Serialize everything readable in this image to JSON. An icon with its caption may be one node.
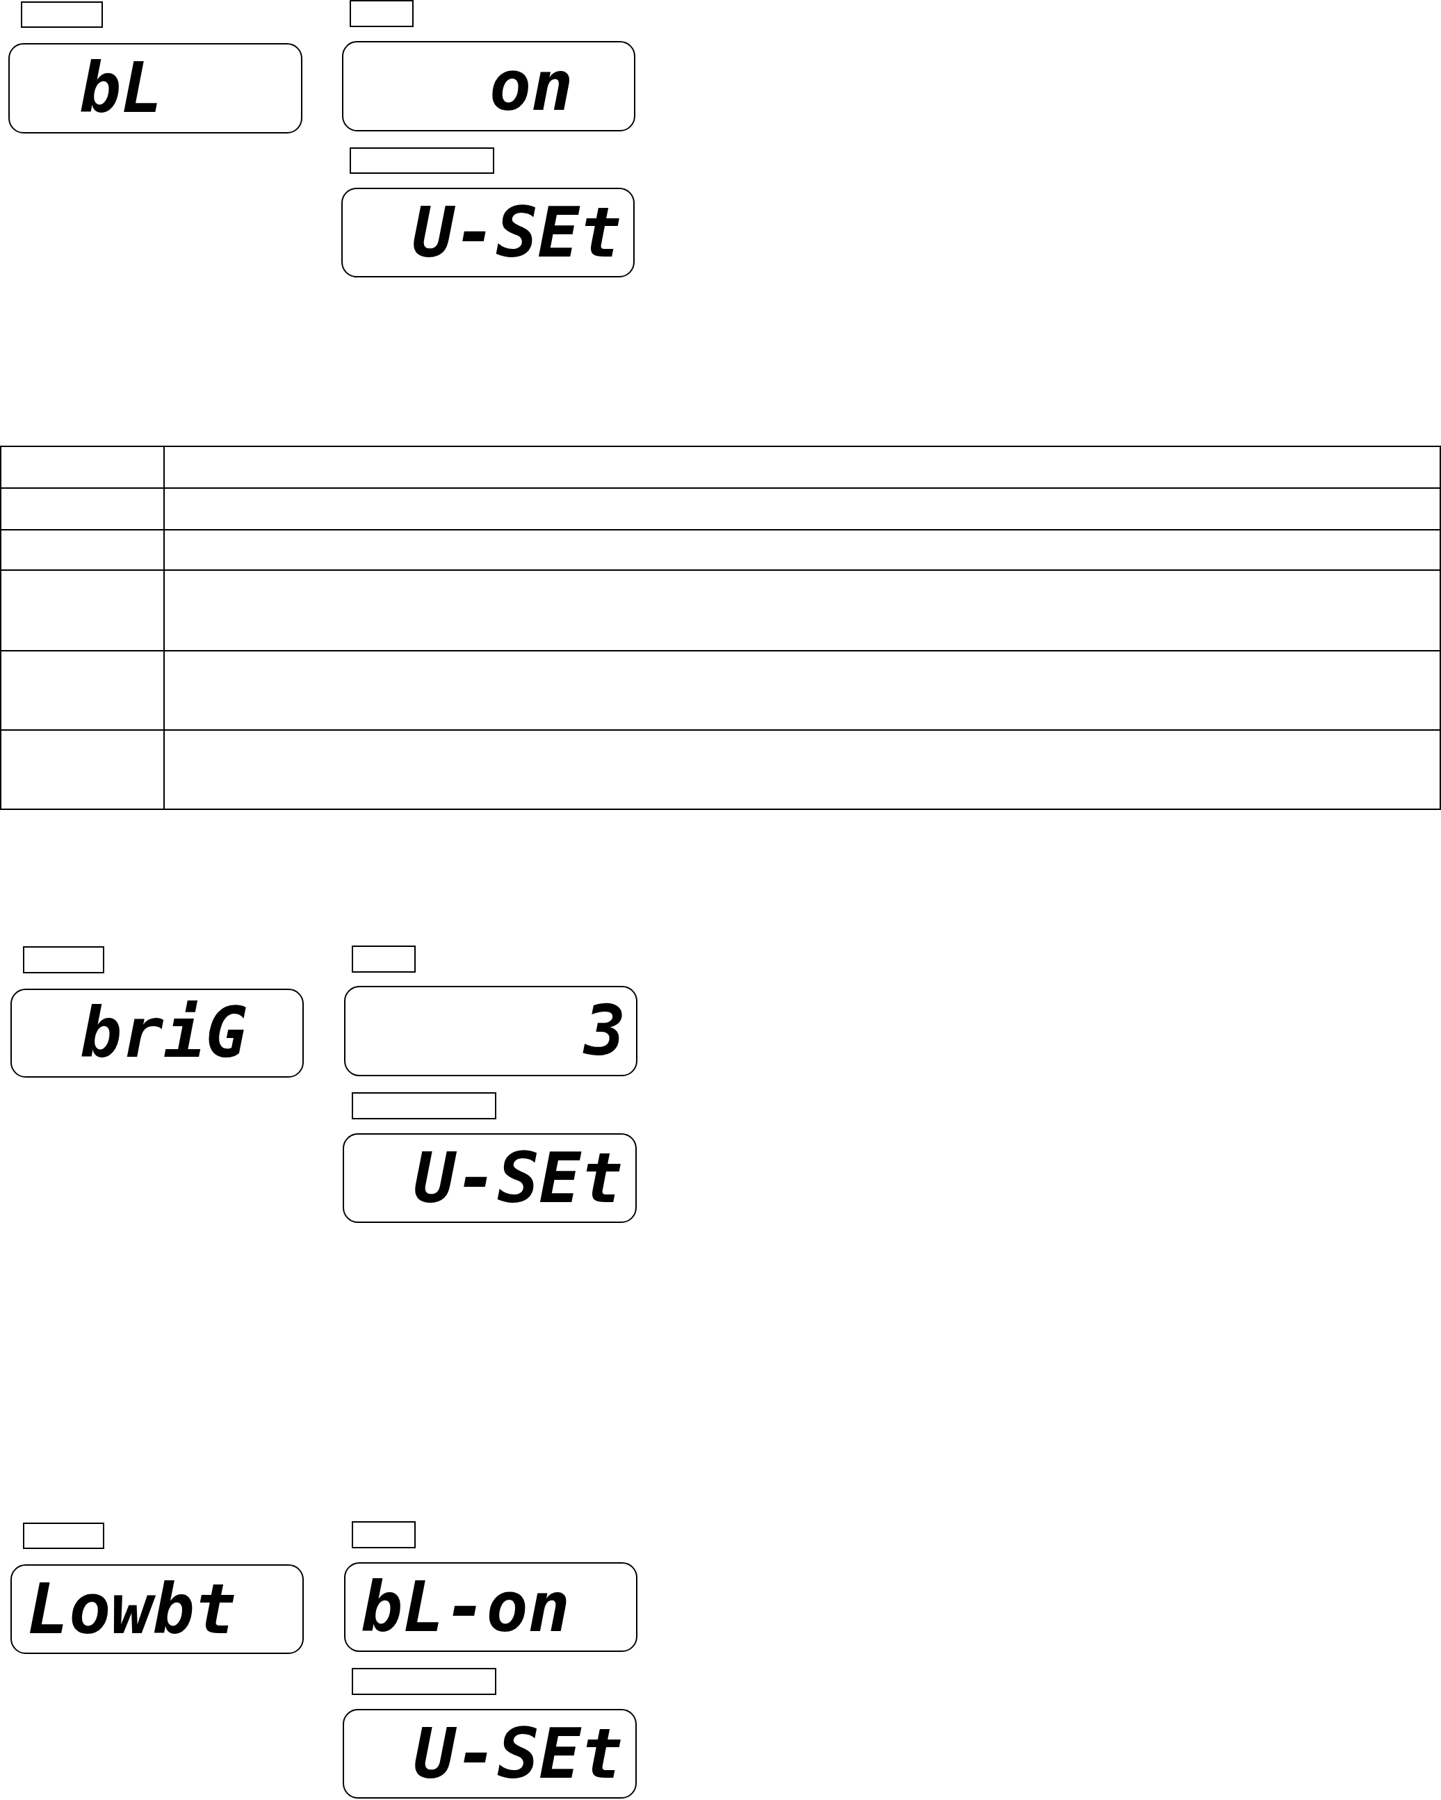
{
  "diagram": {
    "nodes": [
      {
        "text": [],
        "shape": "box"
      },
      {
        "text": [],
        "shape": "box"
      },
      {
        "text": [
          "bL"
        ]
      },
      {
        "text": [
          "on"
        ]
      },
      {
        "text": [],
        "shape": "box"
      },
      {
        "text": [
          "U-SEt"
        ]
      },
      {
        "text": [],
        "shape": "box"
      },
      {
        "text": [],
        "shape": "box"
      },
      {
        "text": [
          "briG"
        ]
      },
      {
        "text": [
          "3"
        ]
      },
      {
        "text": [],
        "shape": "box"
      },
      {
        "text": [
          "U-SEt"
        ]
      },
      {
        "text": [],
        "shape": "box"
      },
      {
        "text": [],
        "shape": "box"
      },
      {
        "text": [
          "Lowbt"
        ]
      },
      {
        "text": [
          "bL-on"
        ]
      },
      {
        "text": [],
        "shape": "box"
      },
      {
        "text": [
          "U-SEt"
        ]
      }
    ]
  }
}
